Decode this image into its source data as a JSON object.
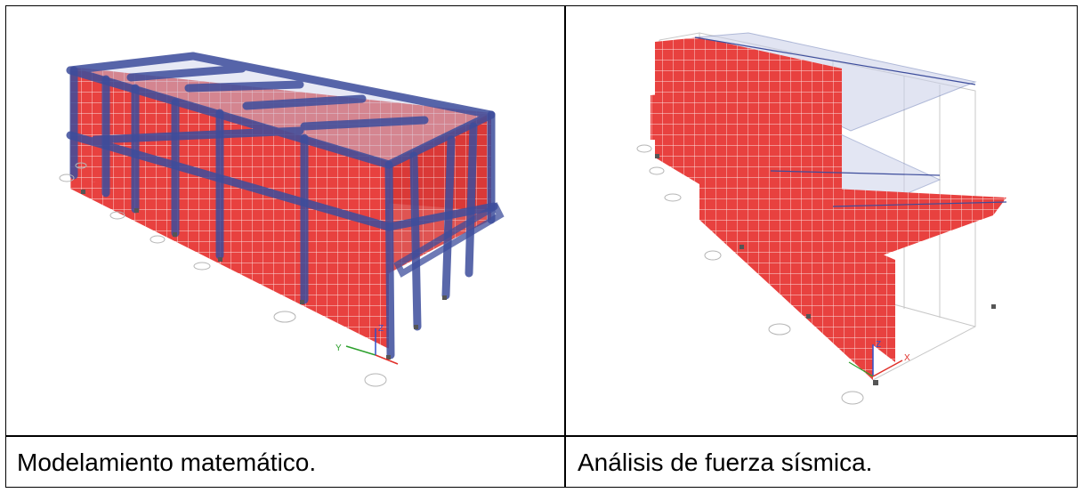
{
  "captions": {
    "left": "Modelamiento matemático.",
    "right": "Análisis de fuerza sísmica."
  },
  "figures": {
    "left": {
      "name": "structural-model-3d",
      "axis_labels": [
        "Y",
        "Z"
      ]
    },
    "right": {
      "name": "seismic-analysis-3d",
      "axis_labels": [
        "Z",
        "X"
      ]
    }
  },
  "colors": {
    "wall_fill": "#e8413f",
    "frame_beam": "#3d4d9c",
    "grid_line": "#ffffff",
    "slab_tint": "#c9cfe8",
    "axis_green": "#2ca02c",
    "axis_red": "#e0302a",
    "axis_blue": "#3050c8"
  }
}
